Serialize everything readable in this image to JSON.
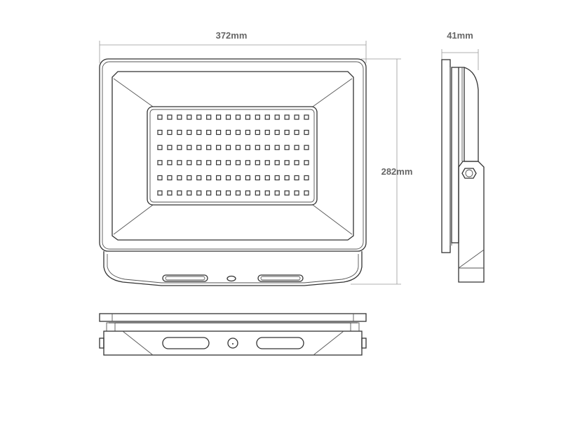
{
  "dimensions": {
    "width_label": "372mm",
    "height_label": "282mm",
    "depth_label": "41mm"
  },
  "led_array": {
    "rows": 6,
    "columns": 16
  },
  "colors": {
    "line": "#333333",
    "dimension": "#999999",
    "label": "#666666"
  }
}
